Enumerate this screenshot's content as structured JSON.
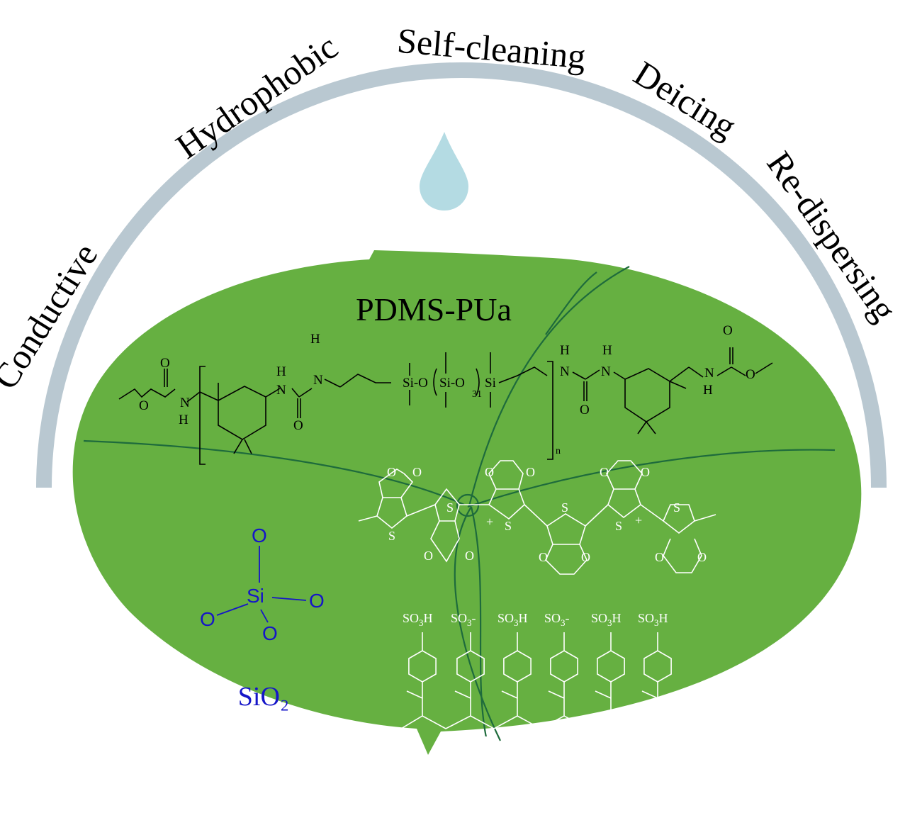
{
  "colors": {
    "leaf": "#66b041",
    "vein": "#1e6b3c",
    "arc": "#b9c8d1",
    "droplet": "#b4dbe3",
    "pdms_structure": "#000000",
    "pedot_structure": "#ffffff",
    "sio2_structure": "#1515c8"
  },
  "properties": {
    "p1": "Conductive",
    "p2": "Hydrophobic",
    "p3": "Self-cleaning",
    "p4": "Deicing",
    "p5": "Re-dispersing"
  },
  "icons": {
    "droplet": "water-droplet-icon",
    "leaf": "leaf-icon"
  },
  "pdms": {
    "title": "PDMS-PUa",
    "H": "H",
    "N": "N",
    "O": "O",
    "Si": "Si",
    "SiO": "Si-O",
    "repeat_count": "31",
    "n": "n"
  },
  "pedot": {
    "title": "PEDOT:PSS",
    "S": "S",
    "O": "O",
    "plus": "+",
    "SO3H": "SO",
    "SO3H_sub": "3",
    "H": "H",
    "minus": "-"
  },
  "sio2": {
    "Si": "Si",
    "O": "O",
    "label": "SiO₂"
  }
}
